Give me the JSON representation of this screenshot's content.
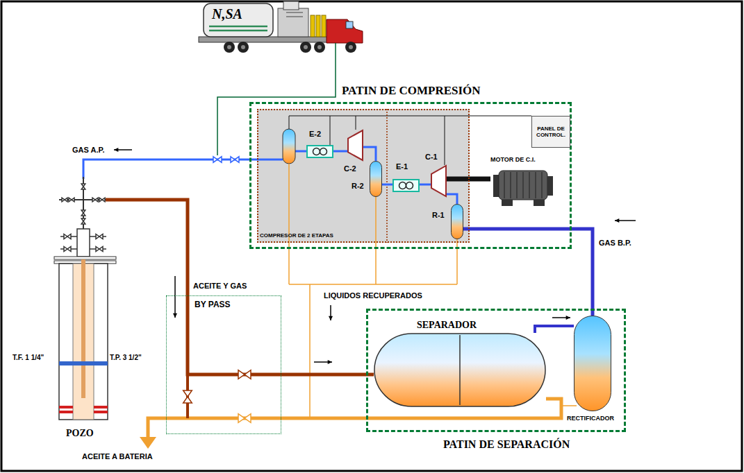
{
  "diagram": {
    "nodes": [
      {
        "text": [
          "N,SA"
        ]
      },
      {
        "text": [
          "PATIN DE COMPRESIÓN"
        ]
      },
      {
        "text": [
          "COMPRESOR DE 2 ETAPAS"
        ],
        "in": 1
      },
      {
        "text": [
          "E-2"
        ],
        "in": 2
      },
      {
        "text": [
          "C-2"
        ],
        "in": 2
      },
      {
        "text": [
          "R-2"
        ],
        "in": 2
      },
      {
        "text": [
          "E-1"
        ],
        "in": 2
      },
      {
        "text": [
          "C-1"
        ],
        "in": 2
      },
      {
        "text": [
          "R-1"
        ],
        "in": 2
      },
      {
        "text": [
          "PANEL DE CONTROL."
        ],
        "in": 1
      },
      {
        "text": [
          "MOTOR DE C.I."
        ],
        "in": 1
      },
      {
        "text": [
          "POZO"
        ]
      },
      {
        "text": [
          "BY PASS"
        ]
      },
      {
        "text": [
          "PATIN DE SEPARACIÓN"
        ]
      },
      {
        "text": [
          "SEPARADOR"
        ],
        "in": 13
      },
      {
        "text": [
          "RECTIFICADOR"
        ],
        "in": 13
      }
    ],
    "edges": [
      {
        "from": 11,
        "to": 14,
        "arrow": "none"
      },
      {
        "from": 14,
        "to": 15,
        "arrow": "none"
      },
      {
        "from": 15,
        "to": 8,
        "arrow": "none"
      },
      {
        "from": 8,
        "to": 7,
        "arrow": "none"
      },
      {
        "from": 7,
        "to": 6,
        "arrow": "none"
      },
      {
        "from": 6,
        "to": 5,
        "arrow": "none"
      },
      {
        "from": 5,
        "to": 4,
        "arrow": "none"
      },
      {
        "from": 4,
        "to": 3,
        "arrow": "none"
      },
      {
        "from": 10,
        "to": 7,
        "arrow": "none"
      }
    ],
    "labels": [
      "GAS A.P.",
      "T.F. 1 1/4\"",
      "T.P. 3 1/2\"",
      "ACEITE Y GAS",
      "LIQUIDOS RECUPERADOS",
      "GAS B.P.",
      "ACEITE A BATERIA"
    ]
  }
}
